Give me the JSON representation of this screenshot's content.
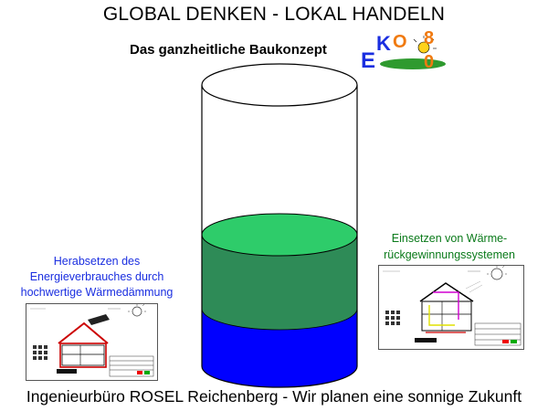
{
  "header": {
    "title": "GLOBAL DENKEN  -  LOKAL HANDELN",
    "subtitle": "Das ganzheitliche Baukonzept"
  },
  "logo": {
    "letters": [
      "E",
      "K",
      "O",
      "8",
      "0"
    ],
    "colors": {
      "e": "#1a2ee0",
      "k": "#1a2ee0",
      "o": "#f07a10",
      "digits": "#f07a10",
      "hill": "#2f9a2f",
      "sun": "#ffd21a"
    }
  },
  "left_measure": {
    "caption_lines": [
      "Herabsetzen des",
      "Energieverbrauches durch",
      "hochwertige Wärmedämmung"
    ]
  },
  "right_measure": {
    "caption_lines": [
      "Einsetzen von Wärme-",
      "rückgewinnungssystemen"
    ]
  },
  "cylinder": {
    "colors": {
      "green_top": "#2ecc6a",
      "green_band": "#2e8b57",
      "blue_band": "#0000ff",
      "outline": "#000000"
    }
  },
  "footer": {
    "text": "Ingenieurbüro ROSEL Reichenberg - Wir planen eine sonnige Zukunft"
  }
}
